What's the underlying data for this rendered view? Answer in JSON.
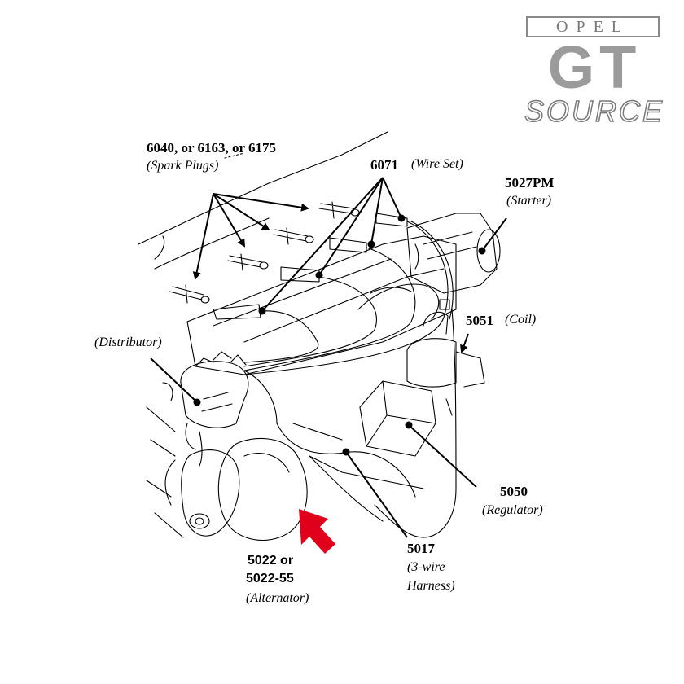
{
  "logo": {
    "brand": "OPEL",
    "model": "GT",
    "tagline": "SOURCE"
  },
  "labels": {
    "spark_plugs_num": "6040, or 6163, or 6175",
    "spark_plugs_desc": "(Spark Plugs)",
    "wire_set_num": "6071",
    "wire_set_desc": "(Wire Set)",
    "starter_num": "5027PM",
    "starter_desc": "(Starter)",
    "distributor_desc": "(Distributor)",
    "coil_num": "5051",
    "coil_desc": "(Coil)",
    "regulator_num": "5050",
    "regulator_desc": "(Regulator)",
    "harness_num": "5017",
    "harness_desc_1": "(3-wire",
    "harness_desc_2": "Harness)",
    "alternator_num_1": "5022 or",
    "alternator_num_2": "5022-55",
    "alternator_desc": "(Alternator)"
  },
  "colors": {
    "line": "#000000",
    "pointer_arrow": "#e0001b",
    "logo_gray": "#9b9b9b"
  }
}
